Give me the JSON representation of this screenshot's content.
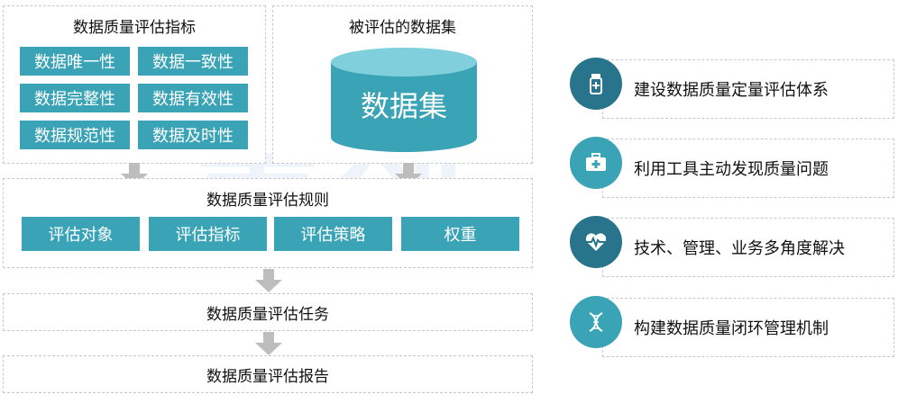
{
  "metrics": {
    "title": "数据质量评估指标",
    "items": [
      "数据唯一性",
      "数据一致性",
      "数据完整性",
      "数据有效性",
      "数据规范性",
      "数据及时性"
    ]
  },
  "dataset": {
    "title": "被评估的数据集",
    "label": "数据集"
  },
  "rules": {
    "title": "数据质量评估规则",
    "items": [
      "评估对象",
      "评估指标",
      "评估策略",
      "权重"
    ]
  },
  "task": "数据质量评估任务",
  "report": "数据质量评估报告",
  "right_items": [
    {
      "label": "建设数据质量定量评估体系",
      "icon": "medicine-bottle-icon",
      "color": "#27748c"
    },
    {
      "label": "利用工具主动发现质量问题",
      "icon": "first-aid-kit-icon",
      "color": "#3aa3b6"
    },
    {
      "label": "技术、管理、业务多角度解决",
      "icon": "heartbeat-icon",
      "color": "#27748c"
    },
    {
      "label": "构建数据质量闭环管理机制",
      "icon": "dna-icon",
      "color": "#3aa3b6"
    }
  ],
  "watermark": "美创"
}
